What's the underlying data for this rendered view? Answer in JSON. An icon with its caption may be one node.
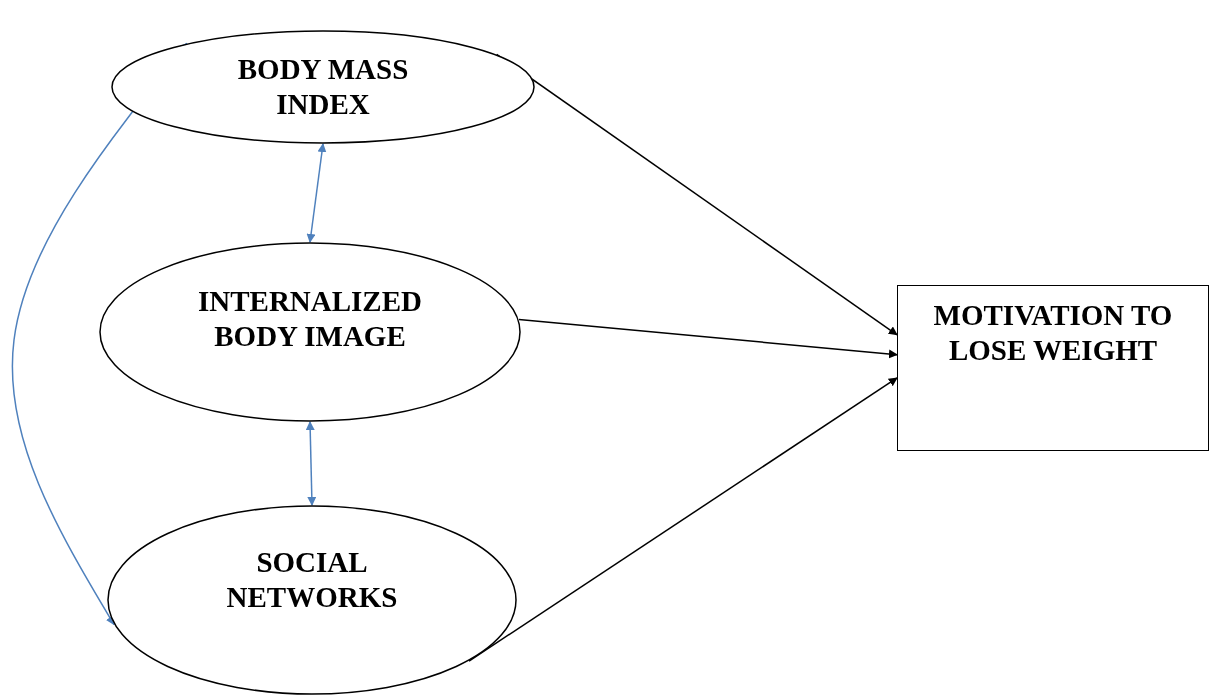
{
  "diagram": {
    "nodes": [
      {
        "text": [
          "BODY MASS INDEX"
        ]
      },
      {
        "text": [
          "INTERNALIZED BODY IMAGE"
        ]
      },
      {
        "text": [
          "SOCIAL NETWORKS"
        ]
      },
      {
        "text": [
          "MOTIVATION TO LOSE WEIGHT"
        ]
      }
    ],
    "edges": [
      {
        "from": 0,
        "to": 3,
        "arrow": "to"
      },
      {
        "from": 1,
        "to": 3,
        "arrow": "to"
      },
      {
        "from": 2,
        "to": 3,
        "arrow": "to"
      },
      {
        "from": 0,
        "to": 1,
        "arrow": "both",
        "color": "#4f81bd"
      },
      {
        "from": 1,
        "to": 2,
        "arrow": "both",
        "color": "#4f81bd"
      },
      {
        "from": 0,
        "to": 2,
        "arrow": "both",
        "color": "#4f81bd"
      }
    ]
  }
}
